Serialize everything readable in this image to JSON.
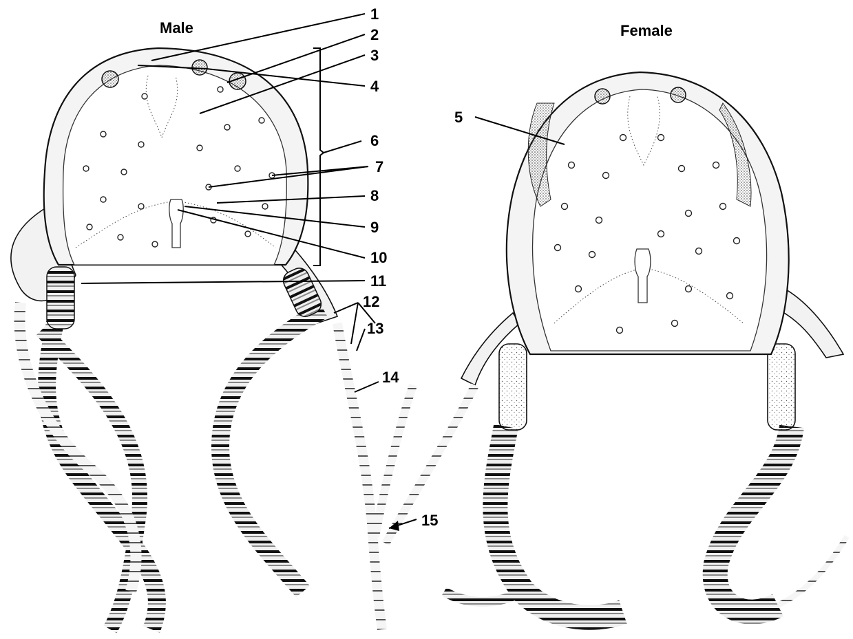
{
  "figure": {
    "titles": {
      "male": "Male",
      "female": "Female"
    },
    "labels": [
      "1",
      "2",
      "3",
      "4",
      "5",
      "6",
      "7",
      "8",
      "9",
      "10",
      "11",
      "12",
      "13",
      "14",
      "15"
    ]
  }
}
